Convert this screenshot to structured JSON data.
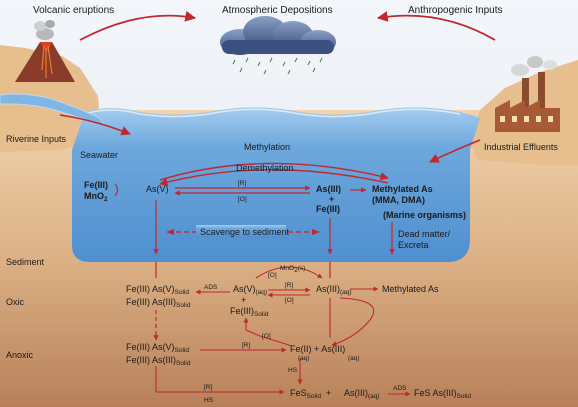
{
  "top": {
    "volcanic": "Volcanic eruptions",
    "atmospheric": "Atmospheric Depositions",
    "anthropogenic": "Anthropogenic Inputs"
  },
  "sides": {
    "riverine": "Riverine Inputs",
    "industrial": "Industrial Effluents"
  },
  "zones": {
    "seawater": "Seawater",
    "sediment": "Sediment",
    "oxic": "Oxic",
    "anoxic": "Anoxic"
  },
  "water": {
    "methylation": "Methylation",
    "demethylation": "Demethylation",
    "fe3": "Fe(III)",
    "mno2": "MnO",
    "mno2_sub": "2",
    "asv": "As(V)",
    "r": "[R]",
    "o": "[O]",
    "as3": "As(III)",
    "plus": "+",
    "fe3b": "Fe(III)",
    "methylated": "Methylated As",
    "mma_dma": "(MMA, DMA)",
    "marine": "(Marine organisms)",
    "scavenge": "Scavenge to sediment",
    "dead1": "Dead matter/",
    "dead2": "Excreta"
  },
  "oxic": {
    "fe3": "Fe(III)",
    "asv": "As(V)",
    "solid": "Solid",
    "fe3b": "Fe(III)",
    "as3": "As(III)",
    "mno2_top": "MnO",
    "mno2_sub": "2",
    "mno2_s": "(s)",
    "o_top": "[O]",
    "ads": "ADS",
    "asv_aq": "As(V)",
    "aq": "(aq)",
    "r": "[R]",
    "o": "[O]",
    "as3_aq": "As(III)",
    "plus": "+",
    "fe3_solid": "Fe(III)",
    "methylated": "Methylated As"
  },
  "anoxic": {
    "fe3": "Fe(III)",
    "asv": "As(V)",
    "fe3b": "Fe(III)",
    "as3": "As(III)",
    "solid": "Solid",
    "r": "[R]",
    "o": "[O]",
    "fe2": "Fe(II)",
    "plus": "+",
    "as3_aq": "As(III)",
    "aq": "(aq)",
    "hs": "HS",
    "r2": "[R]",
    "hs2": "HS",
    "fes": "FeS",
    "as3_b": "As(III)",
    "ads": "ADS",
    "fes2": "FeS",
    "as3_c": "As(III)"
  },
  "colors": {
    "arrow": "#c0282d",
    "water": "#5b9bd5",
    "sand": "#e0b88a",
    "soil": "#c99466"
  }
}
